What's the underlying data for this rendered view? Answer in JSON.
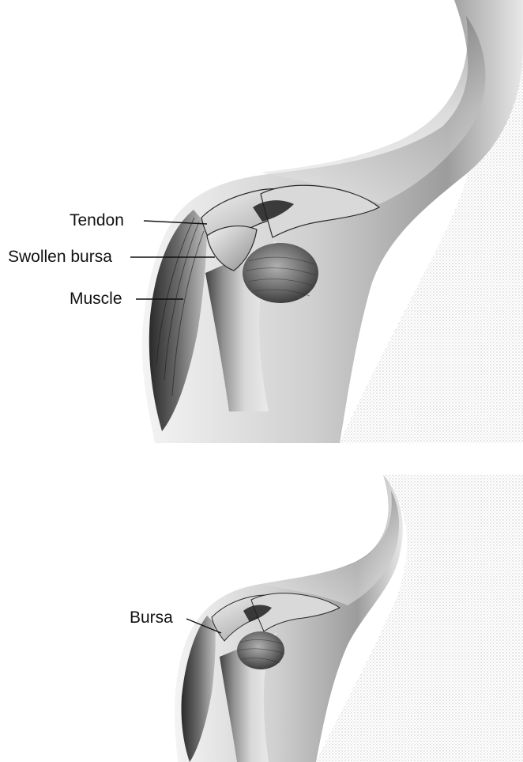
{
  "figure": {
    "upper_view": {
      "labels": {
        "tendon": "Tendon",
        "swollen_bursa": "Swollen bursa",
        "muscle": "Muscle"
      }
    },
    "lower_view": {
      "labels": {
        "bursa": "Bursa"
      }
    }
  },
  "colors": {
    "background": "#ffffff",
    "label_text": "#111111",
    "skin_shadow": "#3a3a3a",
    "skin_highlight": "#e6e6e6",
    "bursa_tone": "#7a7a7a"
  }
}
